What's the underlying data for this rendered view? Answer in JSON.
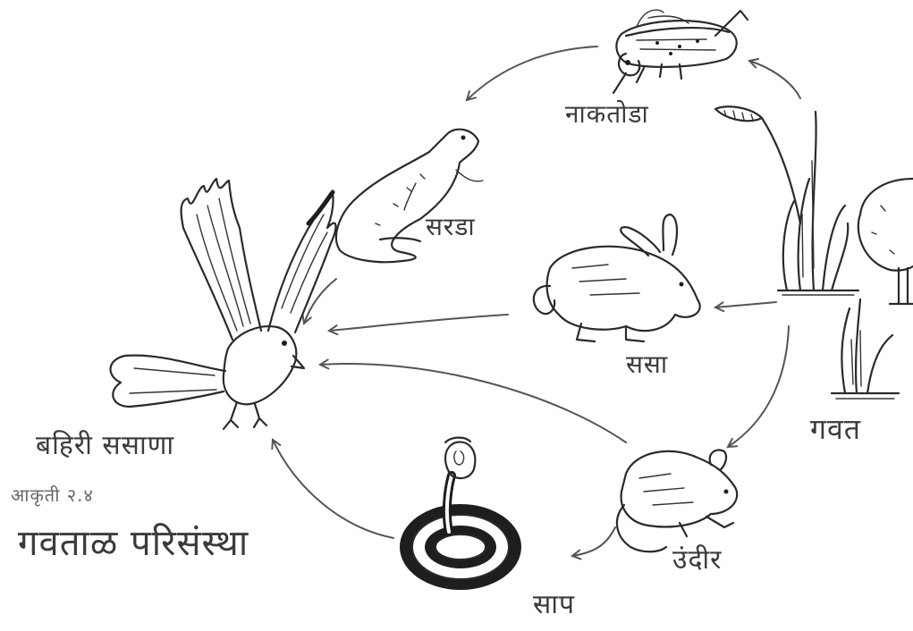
{
  "labels": {
    "grasshopper": "नाकतोडा",
    "lizard": "सरडा",
    "rabbit": "ससा",
    "grass": "गवत",
    "rat": "उंदीर",
    "snake": "साप",
    "hawk": "बहिरी ससाणा",
    "figure_number": "आकृती २.४",
    "title": "गवताळ परिसंस्था"
  },
  "colors": {
    "ink": "#2a2a2a",
    "label": "#3b3b3b",
    "background": "#ffffff"
  },
  "icons": [
    "grasshopper-icon",
    "lizard-icon",
    "rabbit-icon",
    "grass-icon",
    "rat-icon",
    "snake-icon",
    "hawk-icon",
    "tree-icon"
  ]
}
